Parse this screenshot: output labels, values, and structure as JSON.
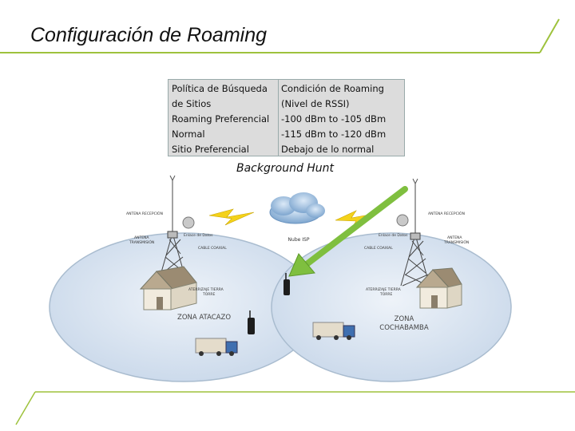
{
  "title": "Configuración de Roaming",
  "table": {
    "col1": [
      "Política de Búsqueda",
      "de Sitios",
      "Roaming Preferencial",
      "Normal",
      "Sitio Preferencial"
    ],
    "col2": [
      "Condición de Roaming",
      "(Nivel de RSSI)",
      "-100 dBm to -105 dBm",
      "-115 dBm to -120 dBm",
      "Debajo de lo normal"
    ]
  },
  "caption": "Background Hunt",
  "diagram": {
    "cloud_label": "Nube ISP",
    "left": {
      "antenna_rx": "ANTENA RECEPCIÓN",
      "antenna_tx_1": "ANTENA",
      "antenna_tx_2": "TRANSMISIÓN",
      "data_link": "Enlace de Datos",
      "cable": "CABLE COAXIAL",
      "ground_1": "ATERRIZAJE TIERRA",
      "ground_2": "TORRE",
      "zone": "ZONA ATACAZO"
    },
    "right": {
      "antenna_rx": "ANTENA RECEPCIÓN",
      "antenna_tx_1": "ANTENA",
      "antenna_tx_2": "TRANSMISIÓN",
      "data_link": "Enlace de Datos",
      "cable": "CABLE COAXIAL",
      "ground_1": "ATERRIZAJE TIERRA",
      "ground_2": "TORRE",
      "zone_1": "ZONA",
      "zone_2": "COCHABAMBA"
    },
    "colors": {
      "zone_fill": "#d6e2ef",
      "zone_stroke": "#a9bccf",
      "arrow": "#7fbf3f",
      "accent_line": "#9ec23c"
    }
  }
}
